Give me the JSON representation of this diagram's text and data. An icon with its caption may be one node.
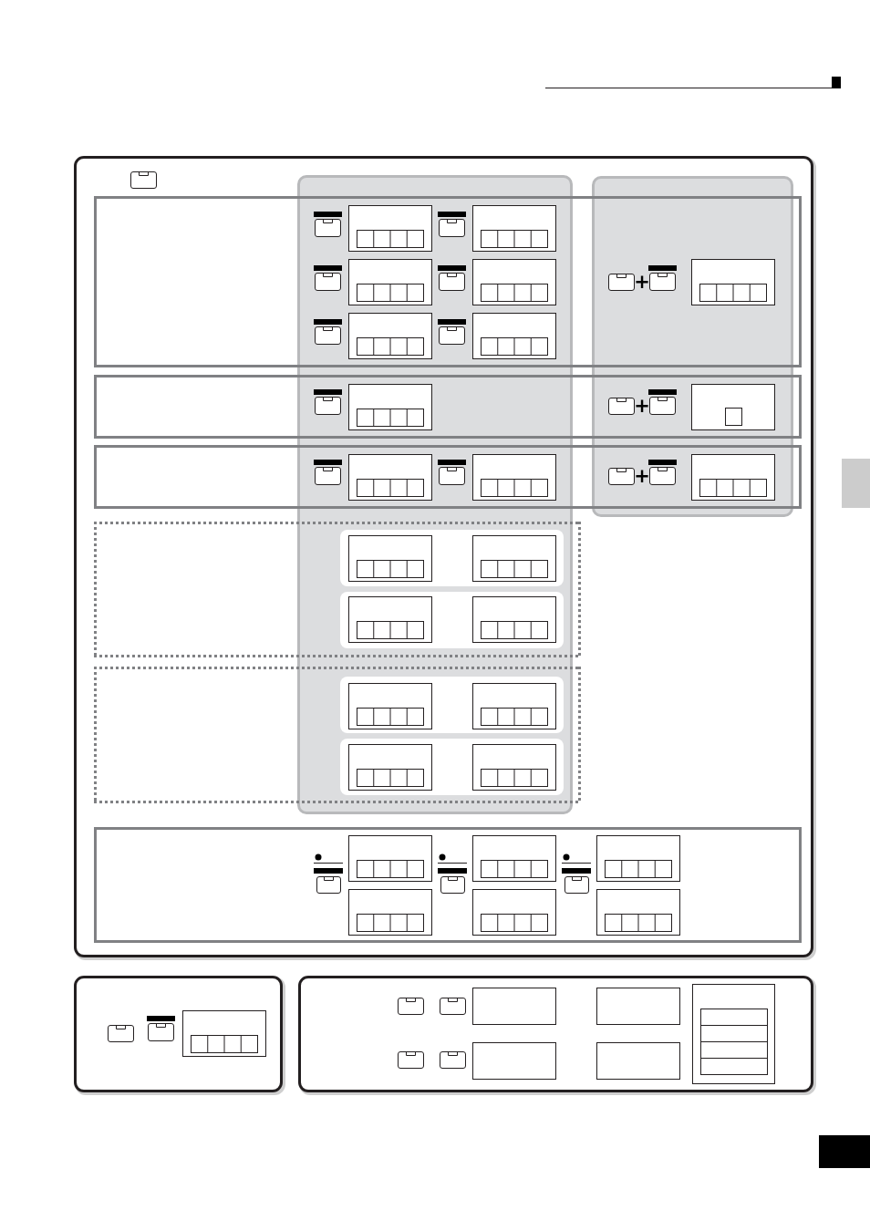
{
  "diagram": {
    "nodes": [
      {
        "text": [],
        "shape": "box"
      },
      {
        "text": [],
        "shape": "box",
        "in": 0
      },
      {
        "text": [],
        "shape": "box",
        "in": 0
      },
      {
        "text": [],
        "shape": "box",
        "in": 0
      },
      {
        "text": [],
        "shape": "box"
      },
      {
        "text": [],
        "shape": "box"
      },
      {
        "text": [],
        "shape": "box"
      },
      {
        "text": [],
        "shape": "box"
      },
      {
        "text": [],
        "shape": "box"
      },
      {
        "text": [],
        "shape": "box"
      },
      {
        "text": [],
        "shape": "box"
      },
      {
        "text": [],
        "shape": "box",
        "in": 0
      },
      {
        "text": [],
        "shape": "box"
      },
      {
        "text": [],
        "shape": "box"
      },
      {
        "text": [],
        "shape": "box",
        "in": 0
      },
      {
        "text": [],
        "shape": "box"
      },
      {
        "text": [],
        "shape": "box"
      },
      {
        "text": [],
        "shape": "box"
      },
      {
        "text": [],
        "shape": "box",
        "in": 0
      },
      {
        "text": [],
        "shape": "box"
      },
      {
        "text": [],
        "shape": "box",
        "in": 19
      },
      {
        "text": [],
        "shape": "box",
        "in": 19
      },
      {
        "text": [],
        "shape": "box"
      },
      {
        "text": [],
        "shape": "box",
        "in": 22
      },
      {
        "text": [],
        "shape": "box",
        "in": 22
      },
      {
        "text": [],
        "shape": "box",
        "in": 0
      },
      {
        "text": [],
        "shape": "box"
      },
      {
        "text": [],
        "shape": "box",
        "in": 26
      },
      {
        "text": [],
        "shape": "box",
        "in": 26
      },
      {
        "text": [],
        "shape": "box"
      },
      {
        "text": [],
        "shape": "box",
        "in": 29
      },
      {
        "text": [],
        "shape": "box",
        "in": 29
      },
      {
        "text": [],
        "shape": "box",
        "in": 0
      },
      {
        "text": [],
        "shape": "box",
        "in": 32
      },
      {
        "text": [],
        "shape": "box",
        "in": 32
      },
      {
        "text": [],
        "shape": "box",
        "in": 32
      },
      {
        "text": [],
        "shape": "box",
        "in": 32
      },
      {
        "text": [],
        "shape": "box",
        "in": 32
      },
      {
        "text": [],
        "shape": "box",
        "in": 32
      },
      {
        "text": [],
        "shape": "box"
      },
      {
        "text": [],
        "shape": "box",
        "in": 39
      },
      {
        "text": [],
        "shape": "box"
      },
      {
        "text": [],
        "shape": "box",
        "in": 41
      },
      {
        "text": [],
        "shape": "box",
        "in": 41
      },
      {
        "text": [],
        "shape": "box",
        "in": 41
      },
      {
        "text": [],
        "shape": "box",
        "in": 41
      },
      {
        "text": [],
        "shape": "box",
        "in": 41
      }
    ],
    "labels": [
      "+",
      "+",
      "+"
    ]
  }
}
